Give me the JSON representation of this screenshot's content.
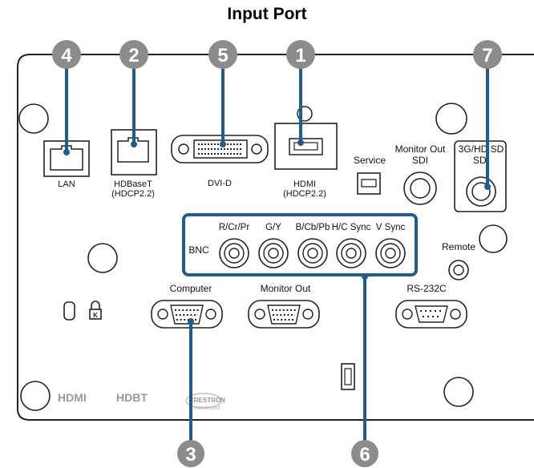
{
  "title": "Input Port",
  "colors": {
    "callout_line": "#1f5d8f",
    "badge": "#8c8c8c",
    "panel_stroke": "#222222"
  },
  "ports": {
    "lan": "LAN",
    "hdbaset_line1": "HDBaseT",
    "hdbaset_line2": "(HDCP2.2)",
    "dvid": "DVI-D",
    "hdmi_line1": "HDMI",
    "hdmi_line2": "(HDCP2.2)",
    "service": "Service",
    "monitor_out_sdi_line1": "Monitor Out",
    "monitor_out_sdi_line2": "SDI",
    "sdi_line1": "3G/HD SD",
    "sdi_line2": "SDI",
    "bnc": "BNC",
    "bnc_rcrpr": "R/Cr/Pr",
    "bnc_gy": "G/Y",
    "bnc_bcbpb": "B/Cb/Pb",
    "bnc_hcsync": "H/C Sync",
    "bnc_vsync": "V Sync",
    "remote": "Remote",
    "computer": "Computer",
    "monitor_out": "Monitor Out",
    "rs232c": "RS-232C"
  },
  "callouts": {
    "c1": "1",
    "c2": "2",
    "c3": "3",
    "c4": "4",
    "c5": "5",
    "c6": "6",
    "c7": "7"
  },
  "logos": {
    "hdmi": "HDMI",
    "hdbaset": "HDBT",
    "crestron": "CRESTRON",
    "crestron_sub": "connected"
  },
  "icons": [
    "kensington-lock-icon",
    "security-slot-icon"
  ]
}
